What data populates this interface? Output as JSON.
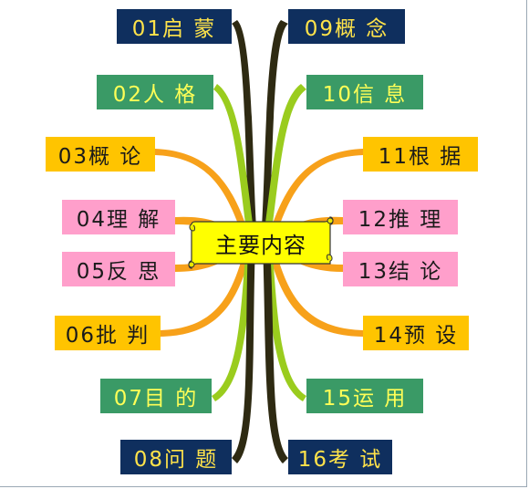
{
  "center": {
    "label": "主要内容"
  },
  "left": [
    {
      "label": "01启 蒙"
    },
    {
      "label": "02人 格"
    },
    {
      "label": "03概 论"
    },
    {
      "label": "04理 解"
    },
    {
      "label": "05反 思"
    },
    {
      "label": "06批 判"
    },
    {
      "label": "07目 的"
    },
    {
      "label": "08问 题"
    }
  ],
  "right": [
    {
      "label": "09概 念"
    },
    {
      "label": "10信 息"
    },
    {
      "label": "11根 据"
    },
    {
      "label": "12推 理"
    },
    {
      "label": "13结 论"
    },
    {
      "label": "14预 设"
    },
    {
      "label": "15运 用"
    },
    {
      "label": "16考 试"
    }
  ],
  "colors": {
    "navy": "#0f2f5e",
    "green": "#3a9a66",
    "gold": "#ffc400",
    "pink": "#ff9fcb",
    "center_fill": "#ffff00",
    "branch_dark": "#2e2a12",
    "branch_green": "#9acc1e",
    "branch_orange": "#f7a11a"
  }
}
